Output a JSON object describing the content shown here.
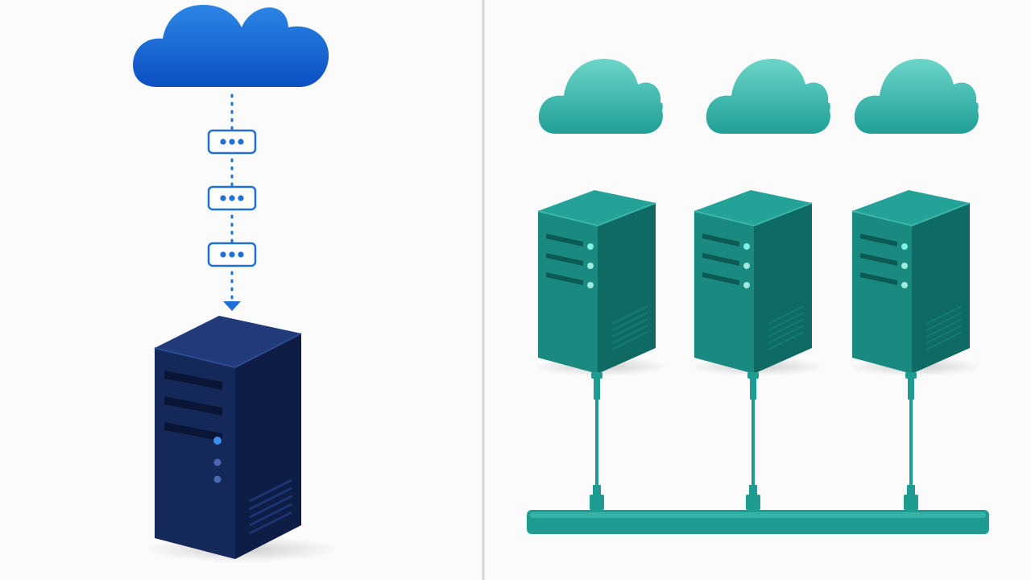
{
  "colors": {
    "background": "#fbfbfc",
    "divider": "#d4d6da",
    "cloud_blue_top": "#2c86e6",
    "cloud_blue_bottom": "#0b4fc2",
    "connector_blue": "#1f6fd6",
    "server_navy_front": "#14285a",
    "server_navy_side": "#0e1d45",
    "server_navy_top": "#203a7a",
    "led_blue": "#3c8ff0",
    "cloud_teal_top": "#6dd5c9",
    "cloud_teal_bottom": "#1f9f97",
    "server_teal_front": "#1a8a80",
    "server_teal_side": "#0f6a63",
    "server_teal_top": "#25a298",
    "led_teal": "#7ff0e4",
    "bus_teal": "#1f9c92"
  },
  "left_panel": {
    "cloud_icon": "cloud-icon",
    "packet_icon": "packet-icon",
    "packet_count": 3,
    "arrow_icon": "arrow-down-icon",
    "server_icon": "server-tower-icon"
  },
  "right_panel": {
    "cloud_icon": "cloud-icon",
    "cloud_count": 3,
    "server_icon": "server-tower-icon",
    "server_count": 3,
    "bus_icon": "network-bus-icon"
  }
}
